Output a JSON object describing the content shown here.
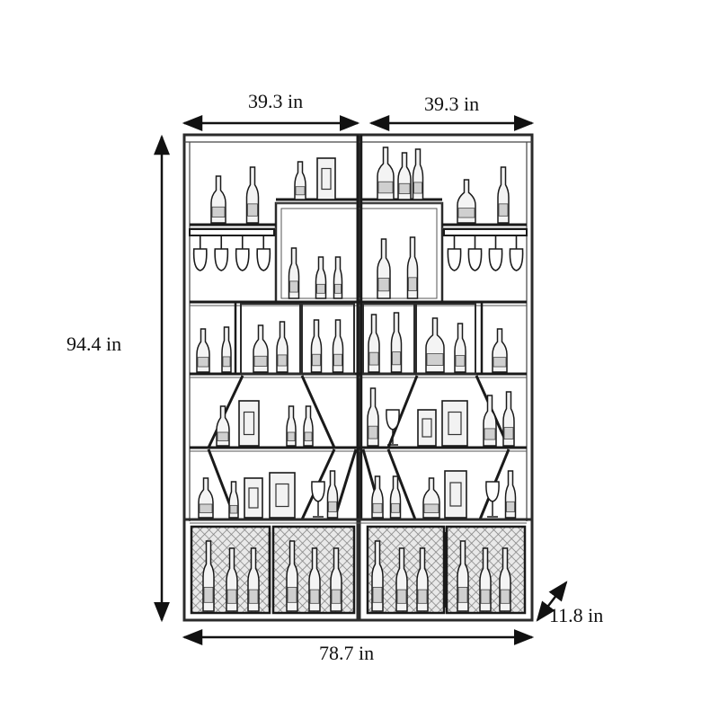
{
  "dimensions": {
    "width_left": "39.3 in",
    "width_right": "39.3 in",
    "height": "94.4 in",
    "depth": "11.8 in",
    "total_width": "78.7 in"
  },
  "colors": {
    "ink": "#1a1a1a",
    "frame": "#2b2b2b",
    "panel": "#6e6e6e",
    "mesh": "#8a8a8a",
    "background": "#ffffff"
  },
  "icons": {
    "bottle": "wine-bottle-icon",
    "glass": "wine-glass-icon",
    "box": "gift-box-icon"
  }
}
